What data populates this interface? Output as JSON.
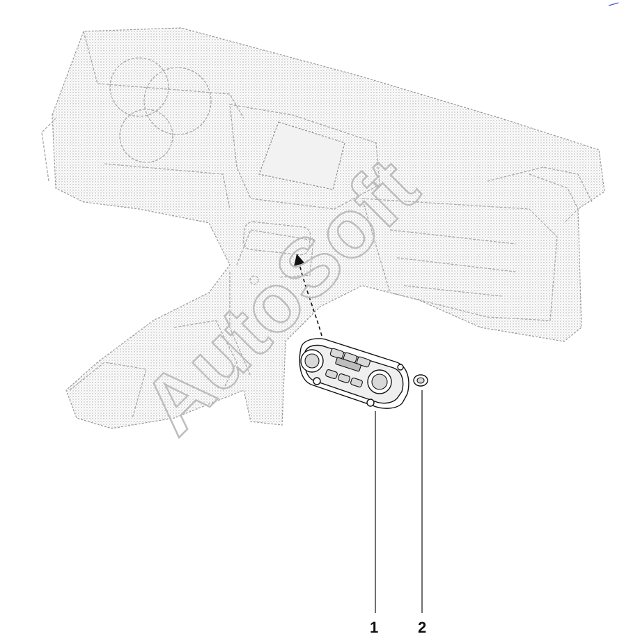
{
  "watermark": "AutoSoft",
  "callouts": [
    {
      "id": "1",
      "label": "1"
    },
    {
      "id": "2",
      "label": "2"
    }
  ]
}
